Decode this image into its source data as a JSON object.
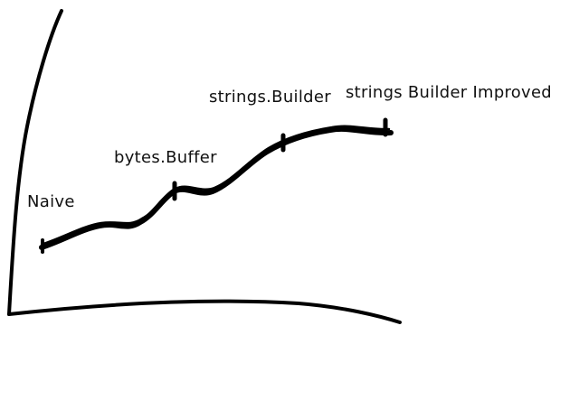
{
  "labels": {
    "naive": "Naive",
    "bytes_buffer": "bytes.Buffer",
    "strings_builder": "strings.Builder",
    "strings_builder_improved": "strings Builder Improved"
  },
  "colors": {
    "ink": "#000000",
    "background": "#ffffff"
  }
}
